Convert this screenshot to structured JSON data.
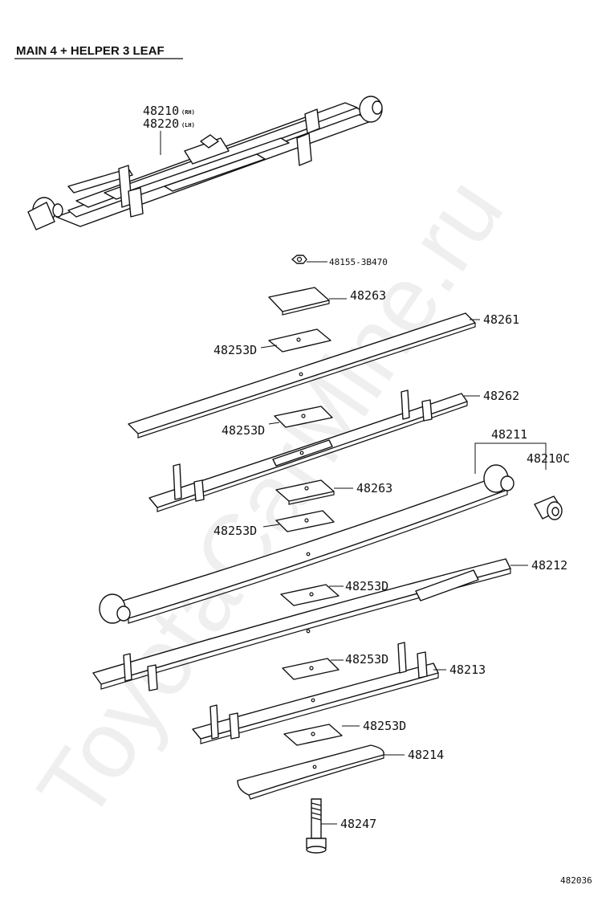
{
  "title": "MAIN 4 + HELPER 3 LEAF",
  "watermark": "ToyotaCarMine.ru",
  "figure_code": "482036",
  "assembly_labels": {
    "part_rh": "48210",
    "tag_rh": "(RH)",
    "part_lh": "48220",
    "tag_lh": "(LH)"
  },
  "parts": {
    "nut": "48155-3B470",
    "pad_top": "48263",
    "leaf_48261": "48261",
    "pad_a": "48253D",
    "leaf_48262": "48262",
    "pad_b": "48253D",
    "pad_mid": "48263",
    "leaf_set": "48211",
    "bushing": "48210C",
    "pad_c": "48253D",
    "leaf_48212": "48212",
    "pad_d": "48253D",
    "pad_e": "48253D",
    "leaf_48213": "48213",
    "pad_f": "48253D",
    "leaf_48214": "48214",
    "bolt": "48247"
  }
}
